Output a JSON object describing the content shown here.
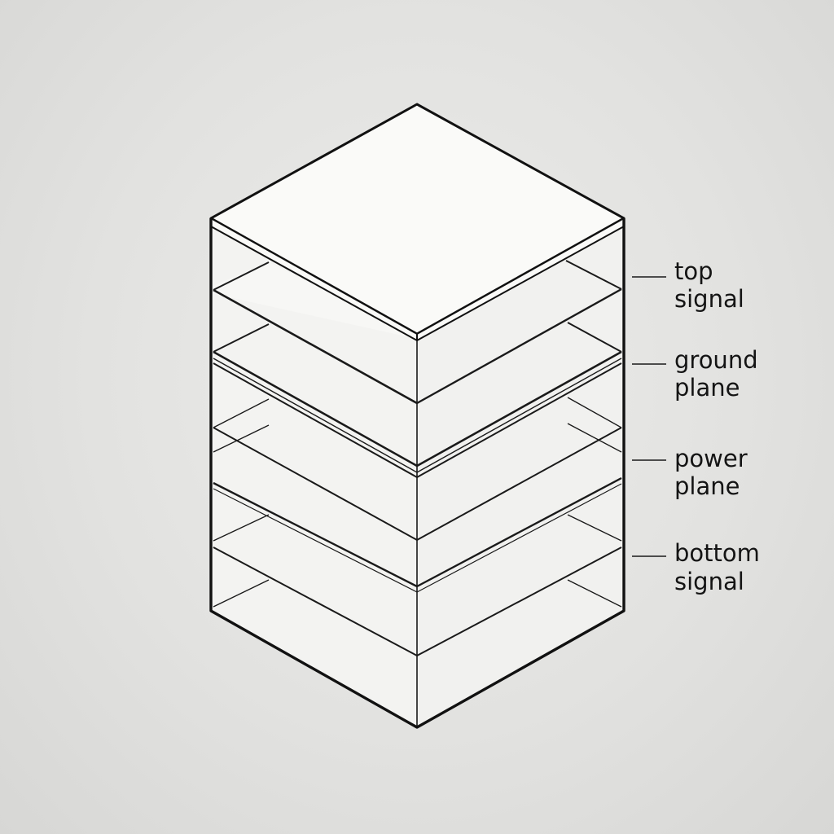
{
  "diagram": {
    "layers": [
      {
        "line1": "top",
        "line2": "signal"
      },
      {
        "line1": "ground",
        "line2": "plane"
      },
      {
        "line1": "power",
        "line2": "plane"
      },
      {
        "line1": "bottom",
        "line2": "signal"
      }
    ]
  }
}
